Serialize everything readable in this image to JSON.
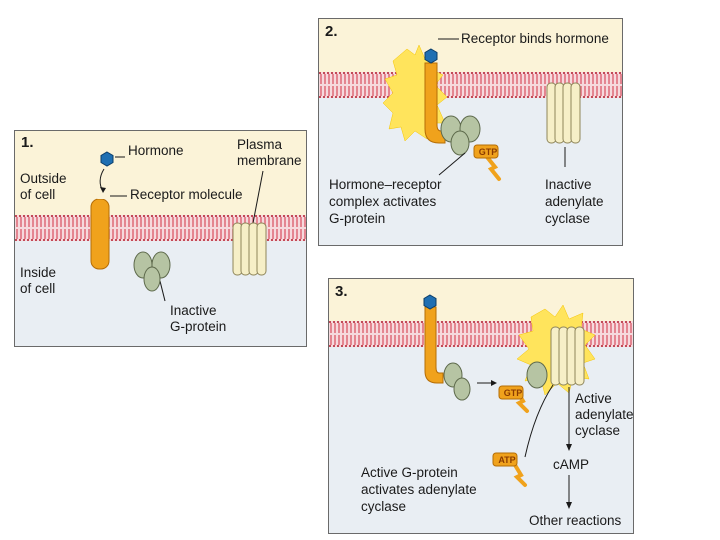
{
  "colors": {
    "outside": "#fbf3d8",
    "inside": "#e9eef3",
    "membrane_lipid": "#e0707e",
    "membrane_line": "#c24a57",
    "receptor": "#f0a21c",
    "receptor_edge": "#b56d06",
    "hormone": "#1f6fb2",
    "gprotein": "#b6c4a3",
    "gprotein_edge": "#5e6a4c",
    "cyclase": "#f6efc7",
    "cyclase_edge": "#8e855a",
    "glow": "#ffe45c",
    "text": "#1a1a1a"
  },
  "panel1": {
    "number": "1.",
    "hormone": "Hormone",
    "plasma_membrane": [
      "Plasma",
      "membrane"
    ],
    "outside_cell": [
      "Outside",
      "of cell"
    ],
    "receptor_molecule": "Receptor molecule",
    "inside_cell": [
      "Inside",
      "of cell"
    ],
    "inactive_gprotein": [
      "Inactive",
      "G-protein"
    ]
  },
  "panel2": {
    "number": "2.",
    "receptor_binds": "Receptor binds hormone",
    "gtp": "GTP",
    "complex": [
      "Hormone–receptor",
      "complex activates",
      "G-protein"
    ],
    "inactive_cyclase": [
      "Inactive",
      "adenylate",
      "cyclase"
    ]
  },
  "panel3": {
    "number": "3.",
    "gtp": "GTP",
    "atp": "ATP",
    "active_cyclase": [
      "Active",
      "adenylate",
      "cyclase"
    ],
    "camp": "cAMP",
    "other_reactions": "Other reactions",
    "active_gprotein": [
      "Active G-protein",
      "activates adenylate",
      "cyclase"
    ]
  }
}
